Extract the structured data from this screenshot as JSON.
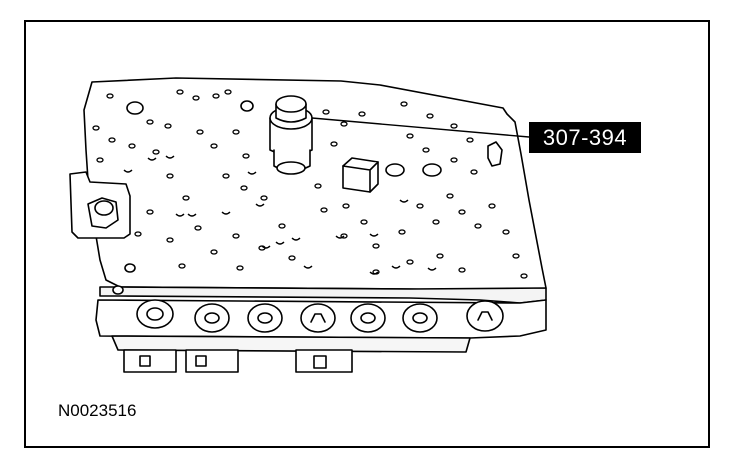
{
  "callout_label": "307-394",
  "figure_id": "N0023516",
  "colors": {
    "line": "#000000",
    "background": "#ffffff",
    "callout_bg": "#000000",
    "callout_text": "#ffffff"
  },
  "parts": [
    "valve-body",
    "tool-cylinder",
    "solenoid-connectors"
  ]
}
